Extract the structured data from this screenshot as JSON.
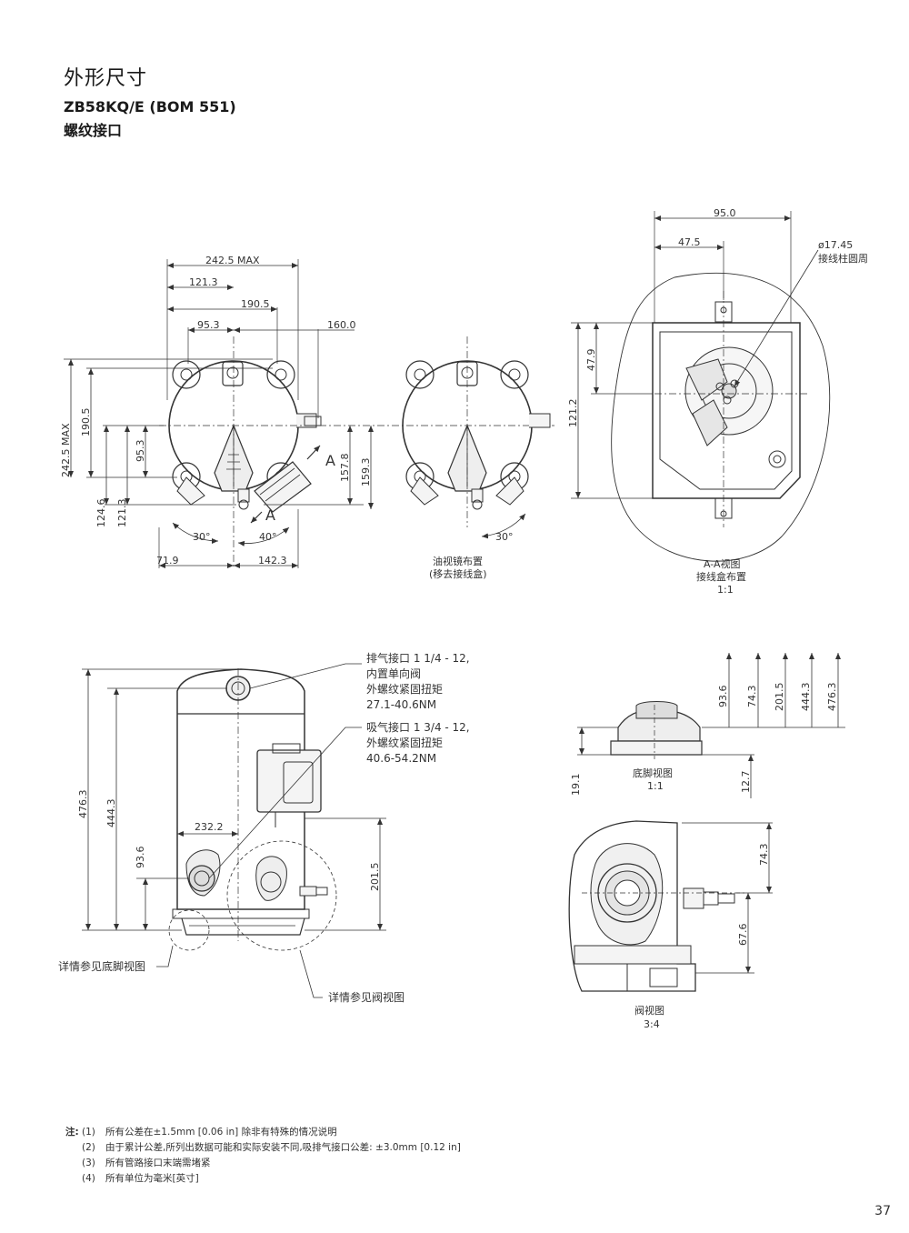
{
  "header": {
    "title": "外形尺寸",
    "subtitle": "ZB58KQ/E (BOM 551)",
    "subtitle2": "螺纹接口"
  },
  "top_front": {
    "dim_242_5_max": "242.5 MAX",
    "dim_121_3": "121.3",
    "dim_190_5": "190.5",
    "dim_95_3": "95.3",
    "dim_160_0": "160.0",
    "vdim_242_5_max": "242.5 MAX",
    "vdim_190_5": "190.5",
    "vdim_95_3": "95.3",
    "vdim_124_6": "124.6",
    "vdim_121_3": "121.3",
    "vdim_157_8": "157.8",
    "vdim_159_3": "159.3",
    "angle_30": "30°",
    "angle_40": "40°",
    "dim_71_9": "71.9",
    "dim_142_3": "142.3",
    "section_mark": "A"
  },
  "top_sight": {
    "angle_30": "30°",
    "caption_1": "油视镜布置",
    "caption_2": "(移去接线盒)"
  },
  "aa_view": {
    "dim_95_0": "95.0",
    "dim_47_5": "47.5",
    "vdim_47_9": "47.9",
    "vdim_121_2": "121.2",
    "callout_1": "ø17.45",
    "callout_2": "接线柱圆周",
    "caption_1": "A-A视图",
    "caption_2": "接线盒布置",
    "caption_3": "1:1"
  },
  "side_view": {
    "discharge_1": "排气接口 1 1/4 - 12,",
    "discharge_2": "内置单向阀",
    "discharge_3": "外螺纹紧固扭矩",
    "discharge_4": "27.1-40.6NM",
    "suction_1": "吸气接口 1 3/4 - 12,",
    "suction_2": "外螺纹紧固扭矩",
    "suction_3": "40.6-54.2NM",
    "vdim_476_3": "476.3",
    "vdim_444_3": "444.3",
    "vdim_93_6": "93.6",
    "dim_232_2": "232.2",
    "vdim_201_5": "201.5",
    "foot_ref": "详情参见底脚视图",
    "valve_ref": "详情参见阀视图"
  },
  "foot_view": {
    "vdim_93_6": "93.6",
    "vdim_74_3": "74.3",
    "vdim_201_5": "201.5",
    "vdim_444_3": "444.3",
    "vdim_476_3": "476.3",
    "vdim_19_1": "19.1",
    "vdim_12_7": "12.7",
    "caption_1": "底脚视图",
    "caption_2": "1:1"
  },
  "valve_view": {
    "vdim_74_3": "74.3",
    "vdim_67_6": "67.6",
    "caption_1": "阀视图",
    "caption_2": "3:4"
  },
  "notes": {
    "label": "注:",
    "n1_num": "(1)",
    "n1": "所有公差在±1.5mm [0.06 in] 除非有特殊的情况说明",
    "n2_num": "(2)",
    "n2": "由于累计公差,所列出数据可能和实际安装不同,吸排气接口公差: ±3.0mm [0.12 in]",
    "n3_num": "(3)",
    "n3": "所有管路接口末端需堵紧",
    "n4_num": "(4)",
    "n4": "所有单位为毫米[英寸]"
  },
  "page_number": "37"
}
